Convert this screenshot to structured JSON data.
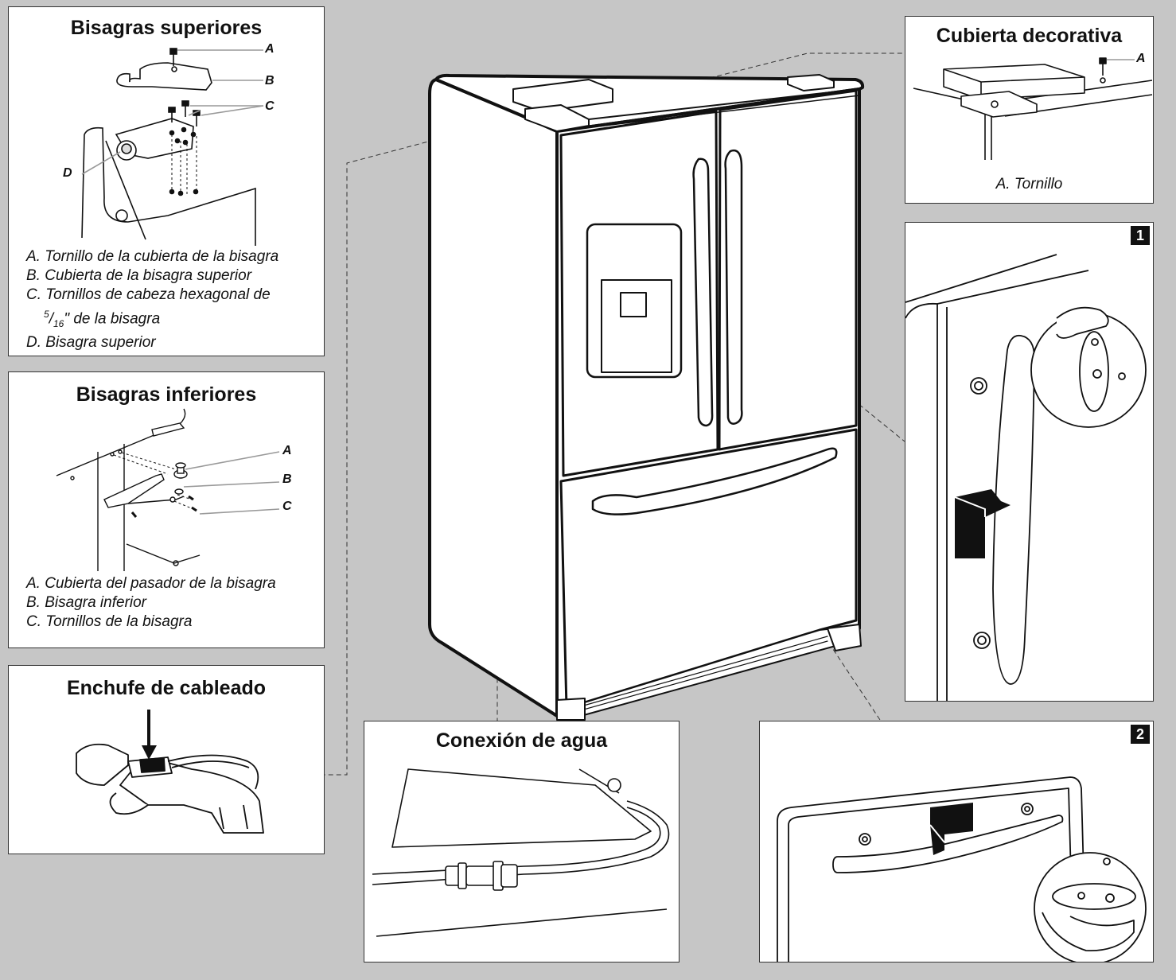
{
  "top_hinges": {
    "title": "Bisagras superiores",
    "letters": [
      "A",
      "B",
      "C",
      "D"
    ],
    "legend": {
      "a": "A. Tornillo de la cubierta de la bisagra",
      "b": "B. Cubierta de la bisagra superior",
      "c1": "C. Tornillos de cabeza hexagonal de",
      "c2_num": "5",
      "c2_den": "16",
      "c2_rest": "\" de la bisagra",
      "d": "D. Bisagra superior"
    }
  },
  "bottom_hinges": {
    "title": "Bisagras inferiores",
    "letters": [
      "A",
      "B",
      "C"
    ],
    "legend": {
      "a": "A. Cubierta del pasador de la bisagra",
      "b": "B. Bisagra inferior",
      "c": "C. Tornillos de la bisagra"
    }
  },
  "wiring_plug": {
    "title": "Enchufe de cableado"
  },
  "water_connection": {
    "title": "Conexión de agua"
  },
  "decorative_cover": {
    "title": "Cubierta decorativa",
    "letter": "A",
    "caption": "A. Tornillo"
  },
  "step1": {
    "badge": "1"
  },
  "step2": {
    "badge": "2"
  },
  "colors": {
    "background": "#c6c6c6",
    "panel": "#ffffff",
    "line": "#111111"
  }
}
